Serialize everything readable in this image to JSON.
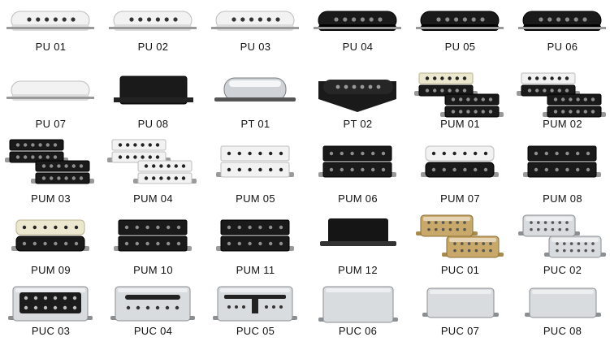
{
  "items": [
    {
      "label": "PU 01",
      "kind": "single",
      "color": "white"
    },
    {
      "label": "PU 02",
      "kind": "single",
      "color": "white"
    },
    {
      "label": "PU 03",
      "kind": "single",
      "color": "white"
    },
    {
      "label": "PU 04",
      "kind": "single",
      "color": "black"
    },
    {
      "label": "PU 05",
      "kind": "single",
      "color": "black"
    },
    {
      "label": "PU 06",
      "kind": "single",
      "color": "black"
    },
    {
      "label": "PU 07",
      "kind": "single-blank",
      "color": "white"
    },
    {
      "label": "PU 08",
      "kind": "soapbar-blank",
      "color": "black"
    },
    {
      "label": "PT 01",
      "kind": "tele-neck",
      "color": "chrome"
    },
    {
      "label": "PT 02",
      "kind": "tele-bridge",
      "color": "black"
    },
    {
      "label": "PUM 01",
      "kind": "humbucker-pair",
      "color": "cream-black"
    },
    {
      "label": "PUM 02",
      "kind": "humbucker-pair",
      "color": "white-black"
    },
    {
      "label": "PUM 03",
      "kind": "humbucker-pair",
      "color": "black"
    },
    {
      "label": "PUM 04",
      "kind": "humbucker-pair",
      "color": "white"
    },
    {
      "label": "PUM 05",
      "kind": "humbucker",
      "color": "white"
    },
    {
      "label": "PUM 06",
      "kind": "humbucker",
      "color": "black"
    },
    {
      "label": "PUM 07",
      "kind": "humbucker-zebra",
      "color": "white-black"
    },
    {
      "label": "PUM 08",
      "kind": "humbucker",
      "color": "black"
    },
    {
      "label": "PUM 09",
      "kind": "humbucker-zebra",
      "color": "cream-black"
    },
    {
      "label": "PUM 10",
      "kind": "humbucker",
      "color": "black"
    },
    {
      "label": "PUM 11",
      "kind": "humbucker",
      "color": "black"
    },
    {
      "label": "PUM 12",
      "kind": "humbucker-blank",
      "color": "black"
    },
    {
      "label": "PUC 01",
      "kind": "cover-pair",
      "color": "gold"
    },
    {
      "label": "PUC 02",
      "kind": "cover-pair",
      "color": "chrome"
    },
    {
      "label": "PUC 03",
      "kind": "filtertron",
      "color": "chrome"
    },
    {
      "label": "PUC 04",
      "kind": "filtertron-bar",
      "color": "chrome"
    },
    {
      "label": "PUC 05",
      "kind": "filtertron-t",
      "color": "chrome"
    },
    {
      "label": "PUC 06",
      "kind": "cover-blank",
      "color": "chrome"
    },
    {
      "label": "PUC 07",
      "kind": "mini-blank",
      "color": "chrome"
    },
    {
      "label": "PUC 08",
      "kind": "mini-blank",
      "color": "chrome"
    }
  ]
}
